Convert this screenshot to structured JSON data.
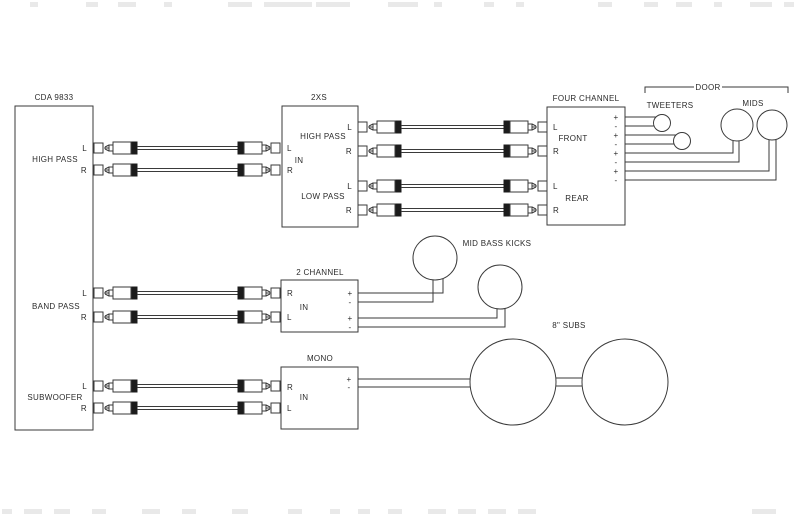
{
  "labels": {
    "left": "L",
    "right": "R",
    "plus": "+",
    "minus": "-"
  },
  "head_unit": {
    "title": "CDA 9833",
    "sections": [
      {
        "name": "HIGH PASS"
      },
      {
        "name": "BAND PASS"
      },
      {
        "name": "SUBWOOFER"
      }
    ]
  },
  "crossover": {
    "title": "2XS",
    "high_pass": "HIGH PASS",
    "input": "IN",
    "low_pass": "LOW PASS"
  },
  "four_channel": {
    "title": "FOUR CHANNEL",
    "front": "FRONT",
    "rear": "REAR"
  },
  "two_channel": {
    "title": "2 CHANNEL",
    "input": "IN"
  },
  "mono": {
    "title": "MONO",
    "input": "IN"
  },
  "speakers": {
    "door": "DOOR",
    "tweeters": "TWEETERS",
    "mids": "MIDS",
    "mid_bass_kicks": "MID BASS KICKS",
    "subs": "8\" SUBS"
  }
}
